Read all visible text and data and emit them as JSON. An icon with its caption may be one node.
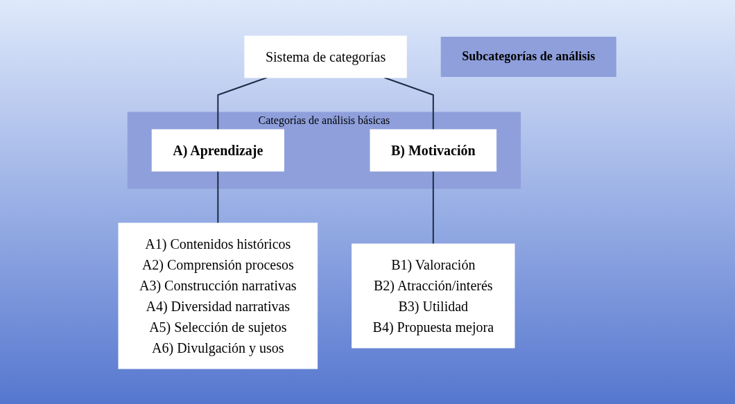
{
  "diagram": {
    "nodes": [
      {
        "text": [
          "Sistema de categorías"
        ]
      },
      {
        "text": [
          "Categorías de análisis básicas"
        ]
      },
      {
        "text": [
          "A) Aprendizaje"
        ],
        "in": 1
      },
      {
        "text": [
          "B) Motivación"
        ],
        "in": 1
      },
      {
        "text": [
          "Subcategorías de análisis"
        ]
      },
      {
        "text": [
          "A1) Contenidos históricos",
          "A2) Comprensión procesos",
          "A3) Construcción narrativas",
          "A4) Diversidad narrativas",
          "A5) Selección de sujetos",
          "A6) Divulgación y usos"
        ]
      },
      {
        "text": [
          "B1) Valoración",
          "B2) Atracción/interés",
          "B3) Utilidad",
          "B4) Propuesta mejora"
        ]
      }
    ],
    "edges": [
      {
        "from": 0,
        "to": 2,
        "arrow": "none"
      },
      {
        "from": 0,
        "to": 3,
        "arrow": "none"
      },
      {
        "from": 2,
        "to": 5,
        "arrow": "none"
      },
      {
        "from": 3,
        "to": 6,
        "arrow": "none"
      }
    ]
  }
}
